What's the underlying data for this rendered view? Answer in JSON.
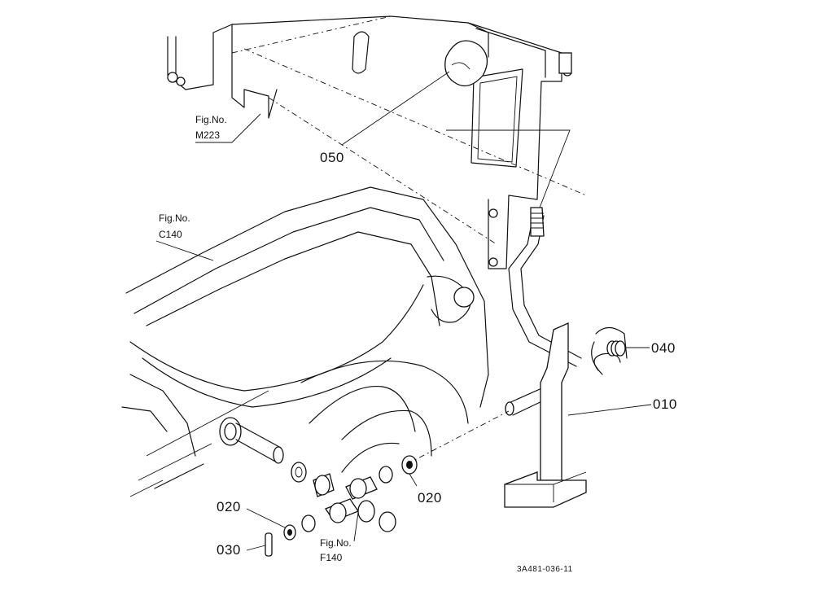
{
  "labels": {
    "p050": "050",
    "p040": "040",
    "p010": "010",
    "p020a": "020",
    "p020b": "020",
    "p030": "030"
  },
  "figrefs": {
    "m223": {
      "line1": "Fig.No.",
      "line2": "M223"
    },
    "c140": {
      "line1": "Fig.No.",
      "line2": "C140"
    },
    "f140": {
      "line1": "Fig.No.",
      "line2": "F140"
    }
  },
  "drawing_code": "3A481-036-11"
}
